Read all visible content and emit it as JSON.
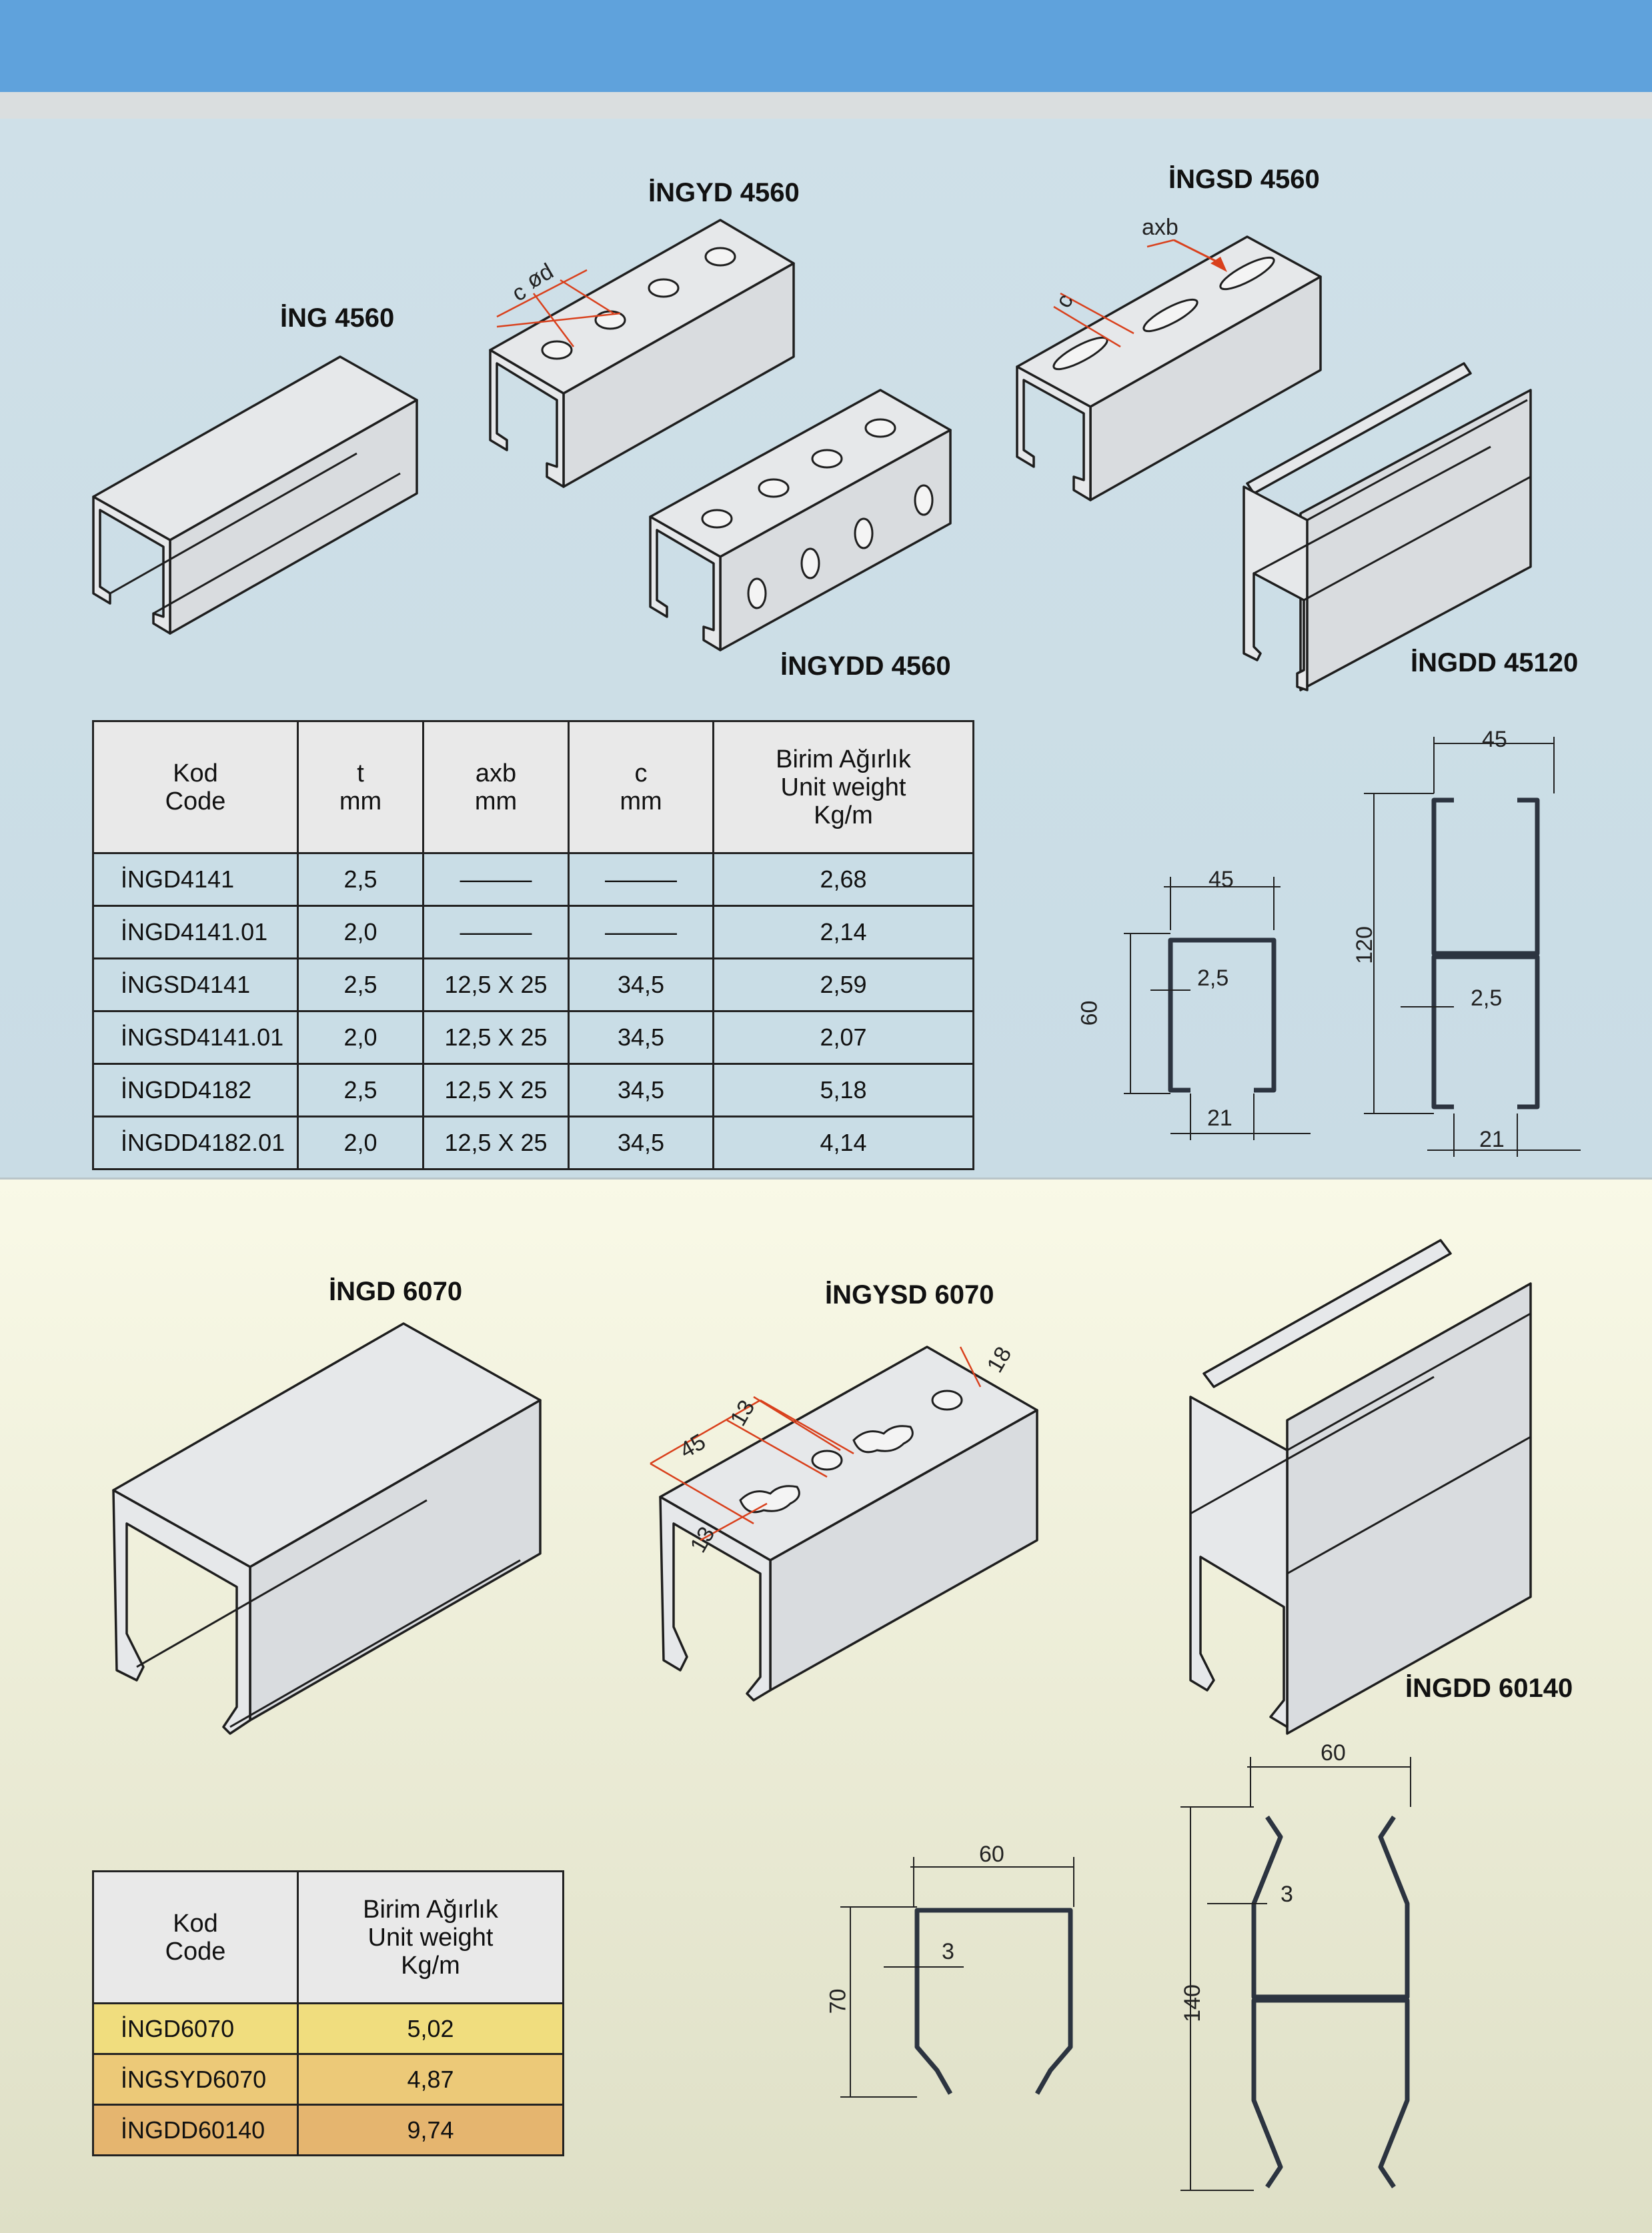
{
  "products_top": {
    "ing4560": "İNG 4560",
    "ingyd4560": "İNGYD 4560",
    "ingsd4560": "İNGSD 4560",
    "ingydd4560": "İNGYDD 4560",
    "ingdd45120": "İNGDD 45120"
  },
  "callouts_top": {
    "c": "c",
    "od": "ød",
    "axb": "axb",
    "c2": "c"
  },
  "table1": {
    "headers": [
      [
        "Kod",
        "Code"
      ],
      [
        "t",
        "mm"
      ],
      [
        "axb",
        "mm"
      ],
      [
        "c",
        "mm"
      ],
      [
        "Birim Ağırlık",
        "Unit weight",
        "Kg/m"
      ]
    ],
    "rows": [
      [
        "İNGD4141",
        "2,5",
        "———",
        "———",
        "2,68"
      ],
      [
        "İNGD4141.01",
        "2,0",
        "———",
        "———",
        "2,14"
      ],
      [
        "İNGSD4141",
        "2,5",
        "12,5 X 25",
        "34,5",
        "2,59"
      ],
      [
        "İNGSD4141.01",
        "2,0",
        "12,5 X 25",
        "34,5",
        "2,07"
      ],
      [
        "İNGDD4182",
        "2,5",
        "12,5 X 25",
        "34,5",
        "5,18"
      ],
      [
        "İNGDD4182.01",
        "2,0",
        "12,5 X 25",
        "34,5",
        "4,14"
      ]
    ]
  },
  "dims_top": {
    "single_width": "45",
    "single_height": "60",
    "single_thickness": "2,5",
    "single_opening": "21",
    "double_width": "45",
    "double_height": "120",
    "double_thickness": "2,5",
    "double_opening": "21"
  },
  "products_bottom": {
    "ingd6070": "İNGD 6070",
    "ingysd6070": "İNGYSD 6070",
    "ingdd60140": "İNGDD 60140"
  },
  "callouts_bottom": {
    "d45": "45",
    "d13a": "13",
    "d18": "18",
    "d13b": "13"
  },
  "table2": {
    "headers": [
      [
        "Kod",
        "Code"
      ],
      [
        "Birim Ağırlık",
        "Unit weight",
        "Kg/m"
      ]
    ],
    "rows": [
      [
        "İNGD6070",
        "5,02"
      ],
      [
        "İNGSYD6070",
        "4,87"
      ],
      [
        "İNGDD60140",
        "9,74"
      ]
    ],
    "row_colors": [
      "#f0dd7e",
      "#ecc978",
      "#e5b56f"
    ]
  },
  "dims_bottom": {
    "single_width": "60",
    "single_height": "70",
    "single_thickness": "3",
    "double_width": "60",
    "double_height": "140",
    "double_thickness": "3"
  }
}
